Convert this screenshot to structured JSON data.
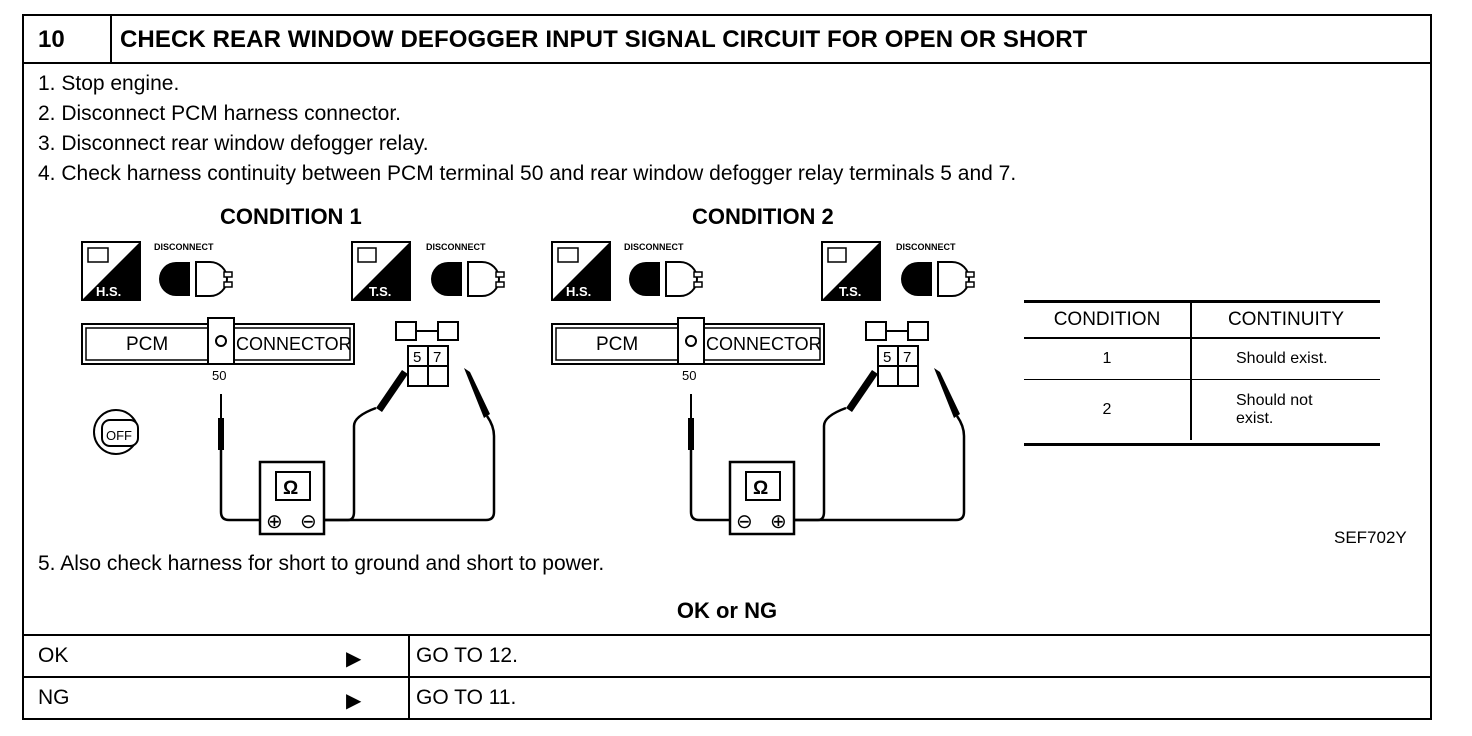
{
  "step": {
    "number": "10",
    "title": "CHECK REAR WINDOW DEFOGGER INPUT SIGNAL CIRCUIT FOR OPEN OR SHORT"
  },
  "instructions": [
    "1.  Stop engine.",
    "2.  Disconnect PCM harness connector.",
    "3.  Disconnect rear window defogger relay.",
    "4.  Check harness continuity between PCM terminal 50 and rear window defogger relay terminals 5 and 7."
  ],
  "instruction_5": "5.  Also check harness for short to ground and short to power.",
  "diagram": {
    "condition1_title": "CONDITION 1",
    "condition2_title": "CONDITION 2",
    "disconnect_label": "DISCONNECT",
    "hs_label": "H.S.",
    "ts_label": "T.S.",
    "pcm_label": "PCM",
    "connector_label": "CONNECTOR",
    "pcm_terminal": "50",
    "relay_terminal_a": "5",
    "relay_terminal_b": "7",
    "ohm_symbol": "Ω",
    "plus_symbol": "⊕",
    "minus_symbol": "⊖",
    "off_label": "OFF",
    "figure_code": "SEF702Y"
  },
  "continuity_table": {
    "headers": [
      "CONDITION",
      "CONTINUITY"
    ],
    "rows": [
      {
        "condition": "1",
        "continuity": "Should exist."
      },
      {
        "condition": "2",
        "continuity_line1": "Should not",
        "continuity_line2": "exist."
      }
    ]
  },
  "result_heading": "OK or NG",
  "results": [
    {
      "result": "OK",
      "arrow": "▶",
      "action": "GO TO 12."
    },
    {
      "result": "NG",
      "arrow": "▶",
      "action": "GO TO 11."
    }
  ]
}
